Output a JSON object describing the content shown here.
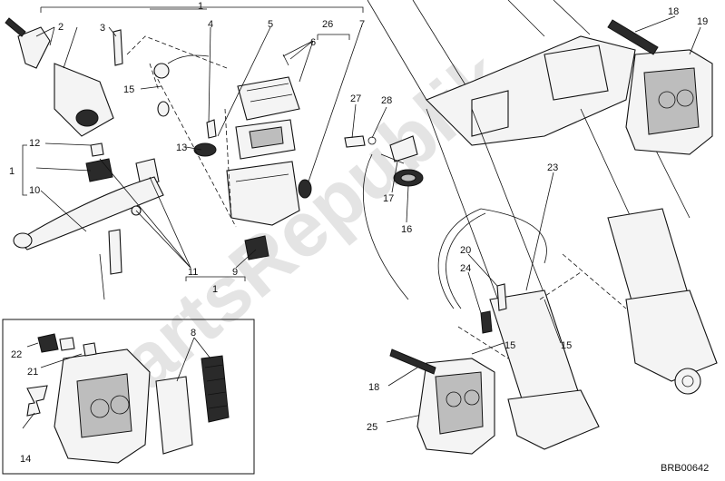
{
  "diagram": {
    "watermark": "PartsRepublik",
    "drawing_code": "BRB00642",
    "callouts": {
      "c1_top": "1",
      "c2": "2",
      "c3": "3",
      "c4": "4",
      "c5": "5",
      "c26": "26",
      "c7": "7",
      "c6": "6",
      "c15_upper": "15",
      "c13": "13",
      "c12": "12",
      "c1_left": "1",
      "c10": "10",
      "c11": "11",
      "c9": "9",
      "c1_bottom": "1",
      "c27": "27",
      "c28": "28",
      "c17": "17",
      "c16": "16",
      "c18_top": "18",
      "c19": "19",
      "c23": "23",
      "c20": "20",
      "c24": "24",
      "c15_mid_left": "15",
      "c15_mid_right": "15",
      "c18_bottom": "18",
      "c25": "25",
      "c22": "22",
      "c21": "21",
      "c8": "8",
      "c14": "14"
    }
  }
}
